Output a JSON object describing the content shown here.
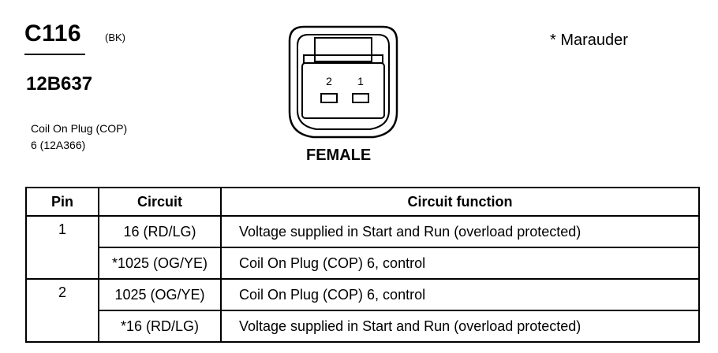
{
  "connector": {
    "id": "C116",
    "color_code": "(BK)",
    "part_number": "12B637",
    "component_name": "Coil On Plug (COP)",
    "component_detail": "6 (12A366)",
    "note": "* Marauder",
    "gender": "FEMALE",
    "pins": [
      "2",
      "1"
    ]
  },
  "table": {
    "headers": {
      "pin": "Pin",
      "circuit": "Circuit",
      "function": "Circuit function"
    },
    "rows": [
      {
        "pin": "1",
        "circuit": "16 (RD/LG)",
        "function": "Voltage supplied in Start and Run (overload protected)"
      },
      {
        "pin": "",
        "circuit": "*1025 (OG/YE)",
        "function": "Coil On Plug (COP) 6, control"
      },
      {
        "pin": "2",
        "circuit": "1025 (OG/YE)",
        "function": "Coil On Plug (COP) 6, control"
      },
      {
        "pin": "",
        "circuit": "*16 (RD/LG)",
        "function": "Voltage supplied in Start and Run (overload protected)"
      }
    ]
  }
}
